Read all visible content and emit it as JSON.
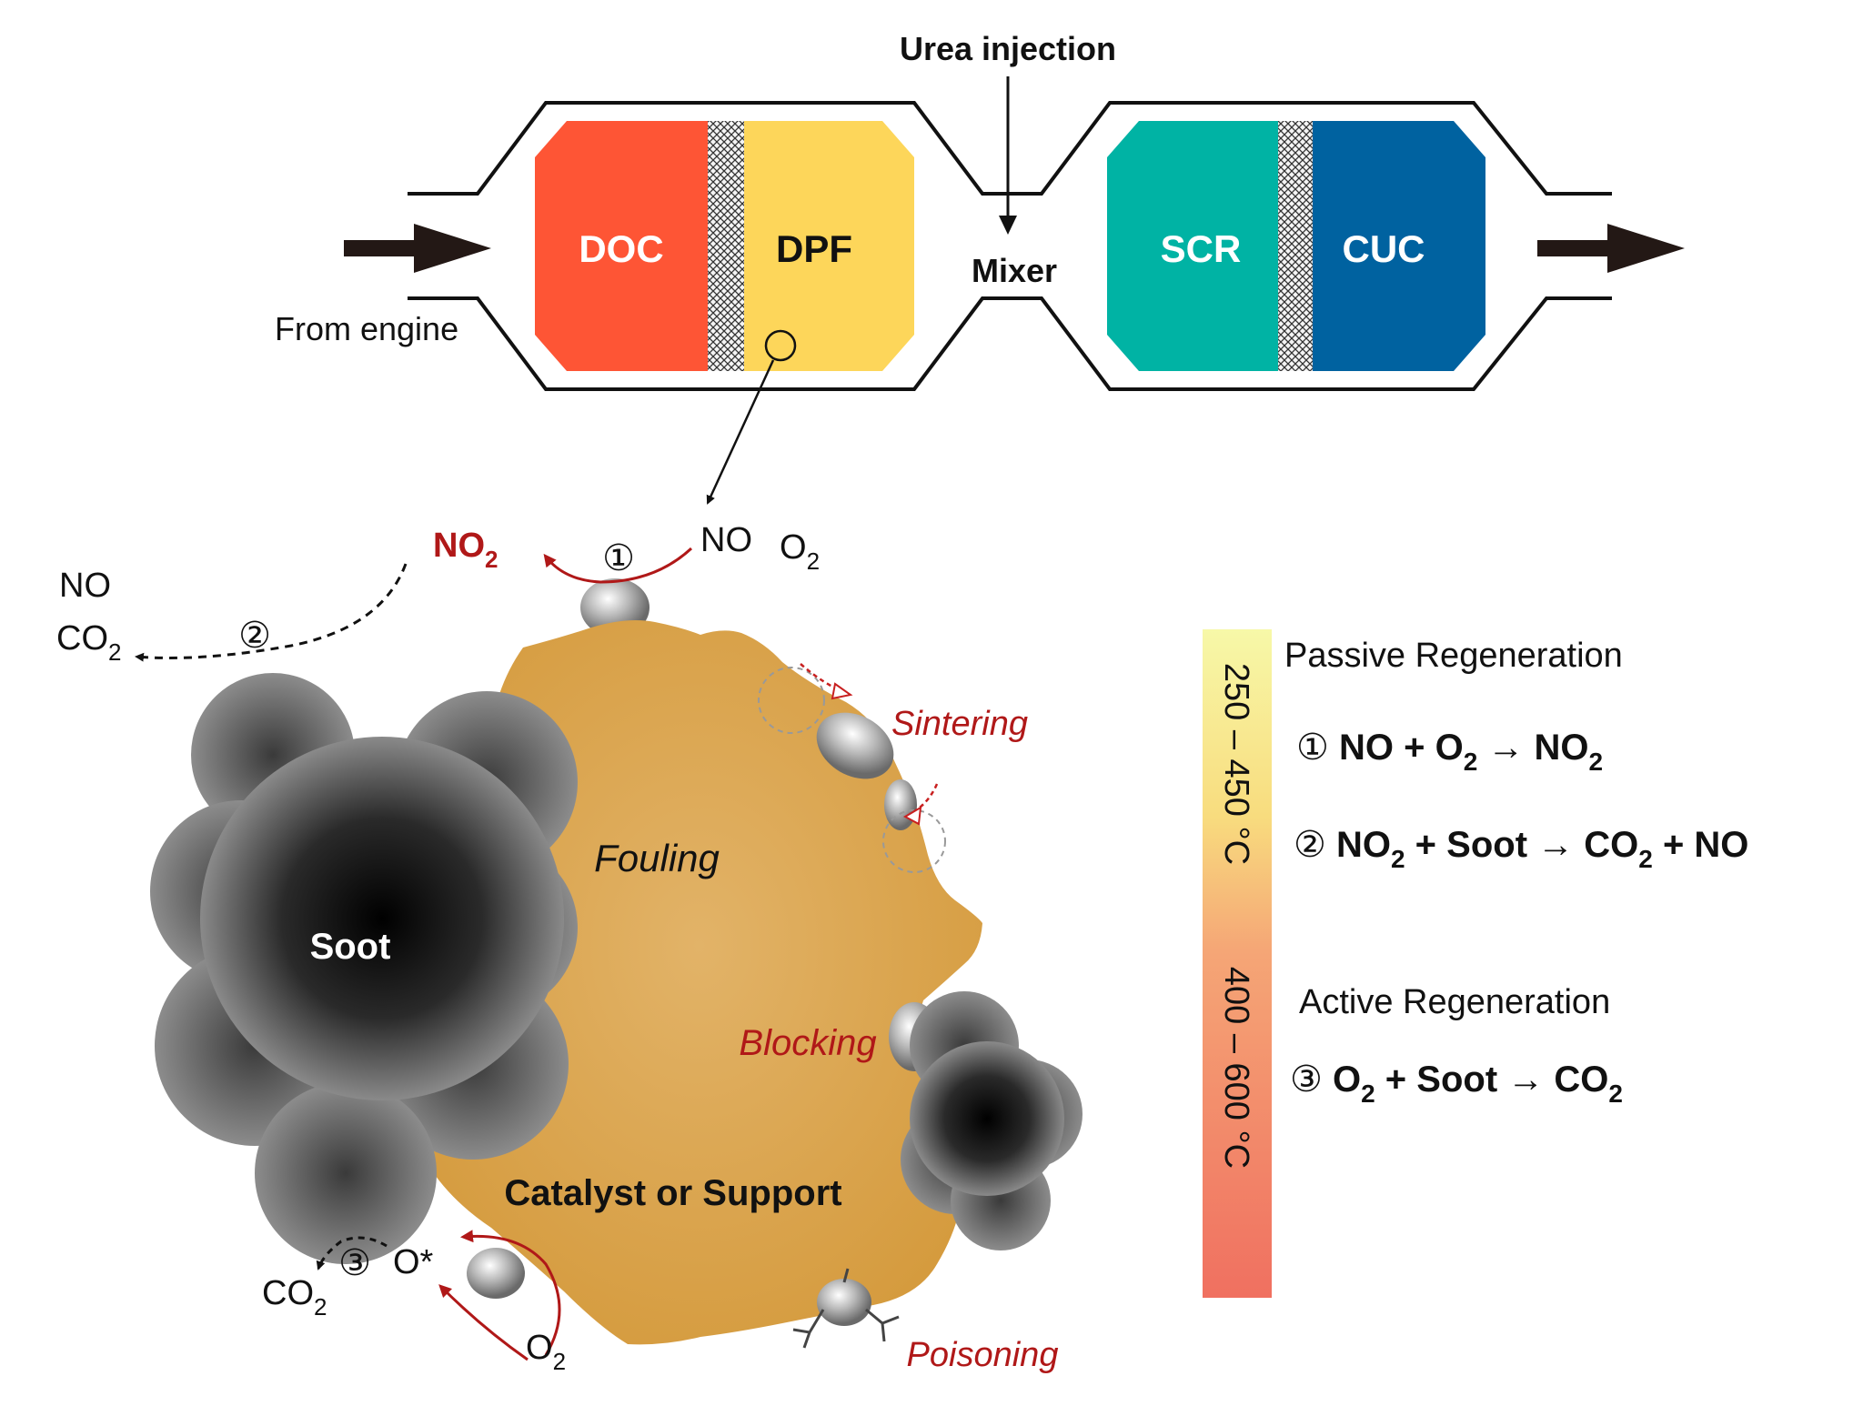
{
  "system": {
    "urea_injection": "Urea injection",
    "from_engine": "From engine",
    "mixer": "Mixer",
    "modules": {
      "doc": "DOC",
      "dpf": "DPF",
      "scr": "SCR",
      "cuc": "CUC"
    }
  },
  "particle": {
    "support_label": "Catalyst or Support",
    "soot_label": "Soot",
    "fouling": "Fouling",
    "sintering": "Sintering",
    "blocking": "Blocking",
    "poisoning": "Poisoning",
    "step1": {
      "num": "①",
      "no": "NO",
      "o2": "O",
      "o2_sub": "2",
      "product": "NO",
      "product_sub": "2"
    },
    "step2": {
      "num": "②",
      "no": "NO",
      "co2": "CO",
      "co2_sub": "2"
    },
    "step3": {
      "num": "③",
      "o_star": "O*",
      "co2": "CO",
      "co2_sub": "2",
      "o2": "O",
      "o2_sub": "2"
    }
  },
  "legend": {
    "temp_low": "250 – 450 °C",
    "temp_high": "400 – 600 °C",
    "passive_title": "Passive Regeneration",
    "active_title": "Active Regeneration",
    "eq1": {
      "num": "①",
      "a": "NO + O",
      "a_sub": "2",
      "arrow": " → NO",
      "b_sub": "2"
    },
    "eq2": {
      "num": "②",
      "a": "NO",
      "a_sub": "2",
      "b": " + Soot → CO",
      "b_sub": "2",
      "c": " + NO"
    },
    "eq3": {
      "num": "③",
      "a": "O",
      "a_sub": "2",
      "b": " + Soot → CO",
      "b_sub": "2"
    }
  },
  "colors": {
    "doc": "#fe5535",
    "dpf": "#fdd65a",
    "scr": "#00b3a4",
    "cuc": "#0062a0",
    "support": "#d8a145",
    "accent_red": "#b01818"
  }
}
